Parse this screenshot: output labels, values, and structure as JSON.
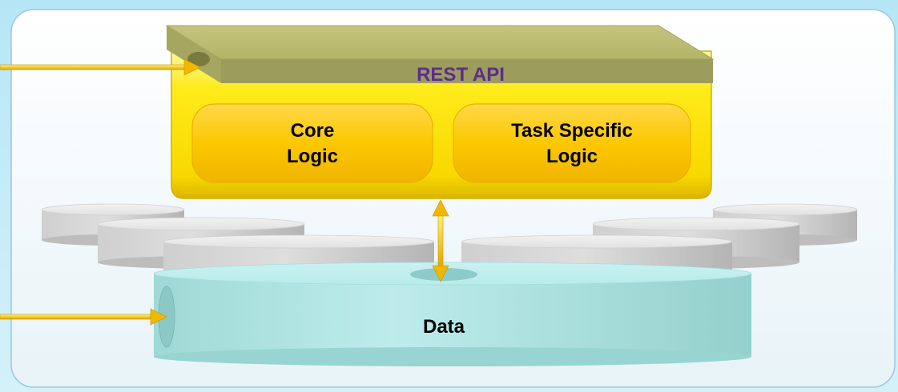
{
  "diagram": {
    "api_label": "REST API",
    "core_logic": {
      "line1": "Core",
      "line2": "Logic"
    },
    "task_logic": {
      "line1": "Task Specific",
      "line2": "Logic"
    },
    "data_label": "Data"
  },
  "colors": {
    "background": "#c4ecf8",
    "panel": "#f4f9fc",
    "api_bar": "#b8b86a",
    "server_body": "#ffe600",
    "logic_box": "#fcc800",
    "data_cylinder": "#b2e6e4",
    "arrow": "#f0b800",
    "api_text": "#5a2d90"
  }
}
